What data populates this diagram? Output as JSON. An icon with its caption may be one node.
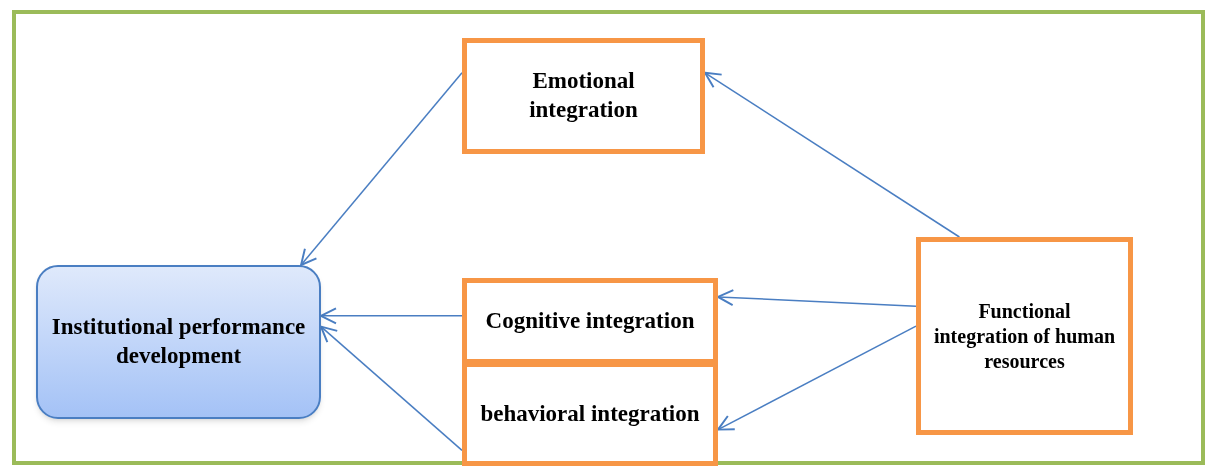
{
  "diagram": {
    "nodes": [
      {
        "text": [
          "Emotional integration"
        ]
      },
      {
        "text": [
          "Institutional performance development"
        ]
      },
      {
        "text": [
          "Cognitive integration"
        ]
      },
      {
        "text": [
          "behavioral integration"
        ]
      },
      {
        "text": [
          "Functional integration of human resources"
        ]
      }
    ],
    "edges": [
      {
        "from": 0,
        "to": 1,
        "arrow": "to"
      },
      {
        "from": 4,
        "to": 0,
        "arrow": "to"
      },
      {
        "from": 4,
        "to": 2,
        "arrow": "to"
      },
      {
        "from": 4,
        "to": 3,
        "arrow": "to"
      },
      {
        "from": 2,
        "to": 1,
        "arrow": "to"
      },
      {
        "from": 3,
        "to": 1,
        "arrow": "to"
      }
    ]
  }
}
